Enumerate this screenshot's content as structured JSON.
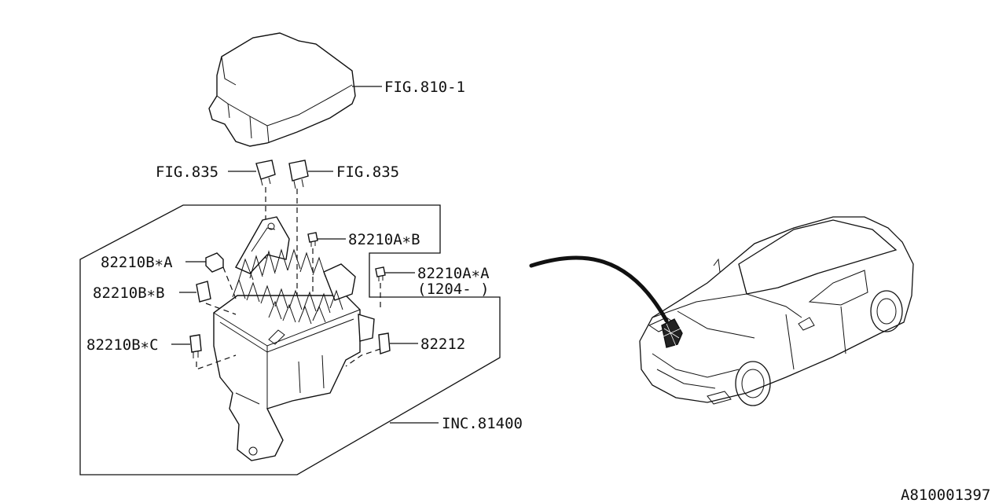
{
  "diagram": {
    "labels": {
      "cover": "FIG.810-1",
      "relay_left": "FIG.835",
      "relay_right": "FIG.835",
      "fuse_a_b": "82210A∗B",
      "fuse_a_a": "82210A∗A",
      "fuse_a_a_note": "(1204- )",
      "fuse_b_a": "82210B∗A",
      "fuse_b_b": "82210B∗B",
      "fuse_b_c": "82210B∗C",
      "fuse_82212": "82212",
      "box_inc": "INC.81400",
      "drawing_id": "A810001397"
    }
  }
}
